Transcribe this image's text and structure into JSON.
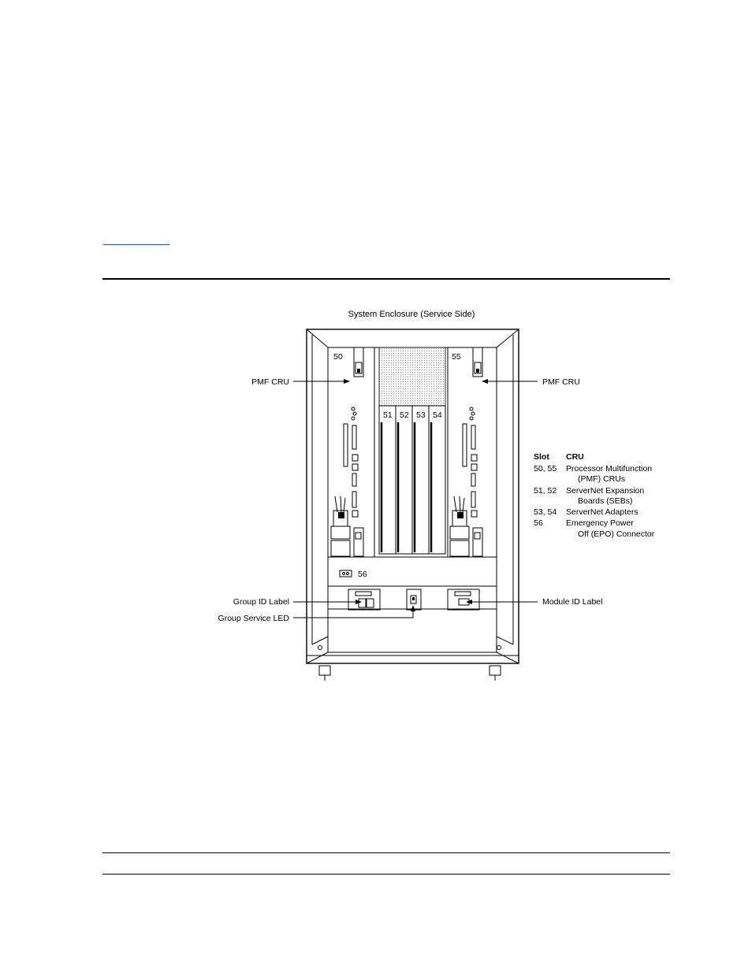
{
  "figure": {
    "title": "System Enclosure (Service Side)",
    "slots": {
      "s50": "50",
      "s51": "51",
      "s52": "52",
      "s53": "53",
      "s54": "54",
      "s55": "55",
      "s56": "56"
    },
    "callouts": {
      "pmf_left": "PMF CRU",
      "pmf_right": "PMF CRU",
      "group_id": "Group ID Label",
      "group_led": "Group Service LED",
      "module_id": "Module ID Label"
    },
    "legend": {
      "header_slot": "Slot",
      "header_cru": "CRU",
      "rows": [
        {
          "slot": "50, 55",
          "line1": "Processor Multifunction",
          "line2": "(PMF) CRUs"
        },
        {
          "slot": "51, 52",
          "line1": "ServerNet Expansion",
          "line2": "Boards (SEBs)"
        },
        {
          "slot": "53, 54",
          "line1": "ServerNet Adapters",
          "line2": ""
        },
        {
          "slot": "56",
          "line1": "Emergency Power",
          "line2": "Off (EPO) Connector"
        }
      ]
    }
  },
  "colors": {
    "rule": "#000000",
    "link": "#1a4fd6",
    "hatch": "#c8c8c8"
  }
}
